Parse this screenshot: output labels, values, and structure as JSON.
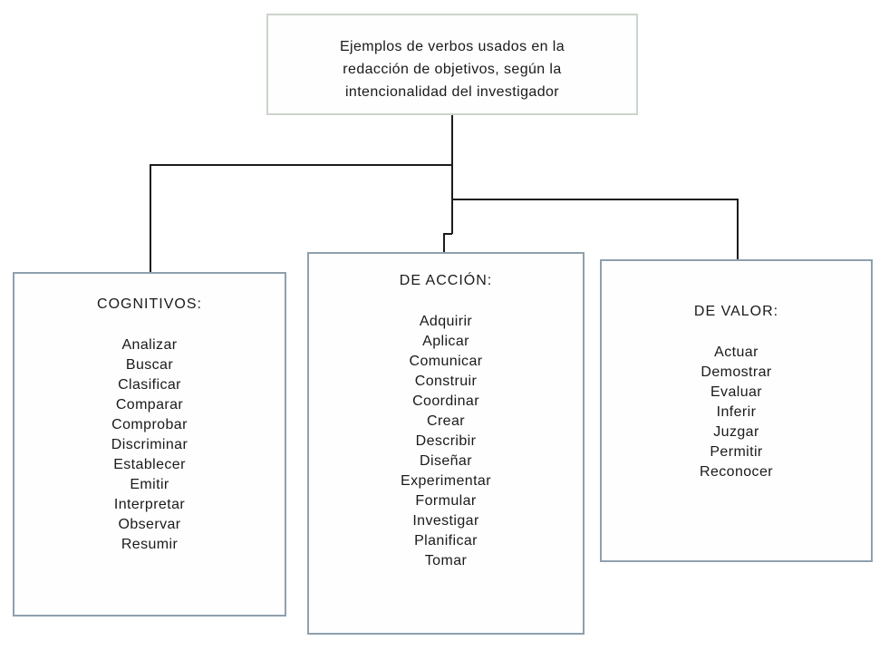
{
  "diagram": {
    "root": {
      "lines": [
        "Ejemplos de verbos usados en la",
        "redacción de objetivos, según la",
        "intencionalidad del investigador"
      ]
    },
    "branches": [
      {
        "header": "COGNITIVOS:",
        "verbs": [
          "Analizar",
          "Buscar",
          "Clasificar",
          "Comparar",
          "Comprobar",
          "Discriminar",
          "Establecer",
          "Emitir",
          "Interpretar",
          "Observar",
          "Resumir"
        ]
      },
      {
        "header": "DE ACCIÓN:",
        "verbs": [
          "Adquirir",
          "Aplicar",
          "Comunicar",
          "Construir",
          "Coordinar",
          "Crear",
          "Describir",
          "Diseñar",
          "Experimentar",
          "Formular",
          "Investigar",
          "Planificar",
          "Tomar"
        ]
      },
      {
        "header": "DE VALOR:",
        "verbs": [
          "Actuar",
          "Demostrar",
          "Evaluar",
          "Inferir",
          "Juzgar",
          "Permitir",
          "Reconocer"
        ]
      }
    ],
    "colors": {
      "root_border": "#ccd5cb",
      "branch_border": "#8fa0ae",
      "connector": "#1c1c1c",
      "text": "#1a1a1a"
    }
  }
}
